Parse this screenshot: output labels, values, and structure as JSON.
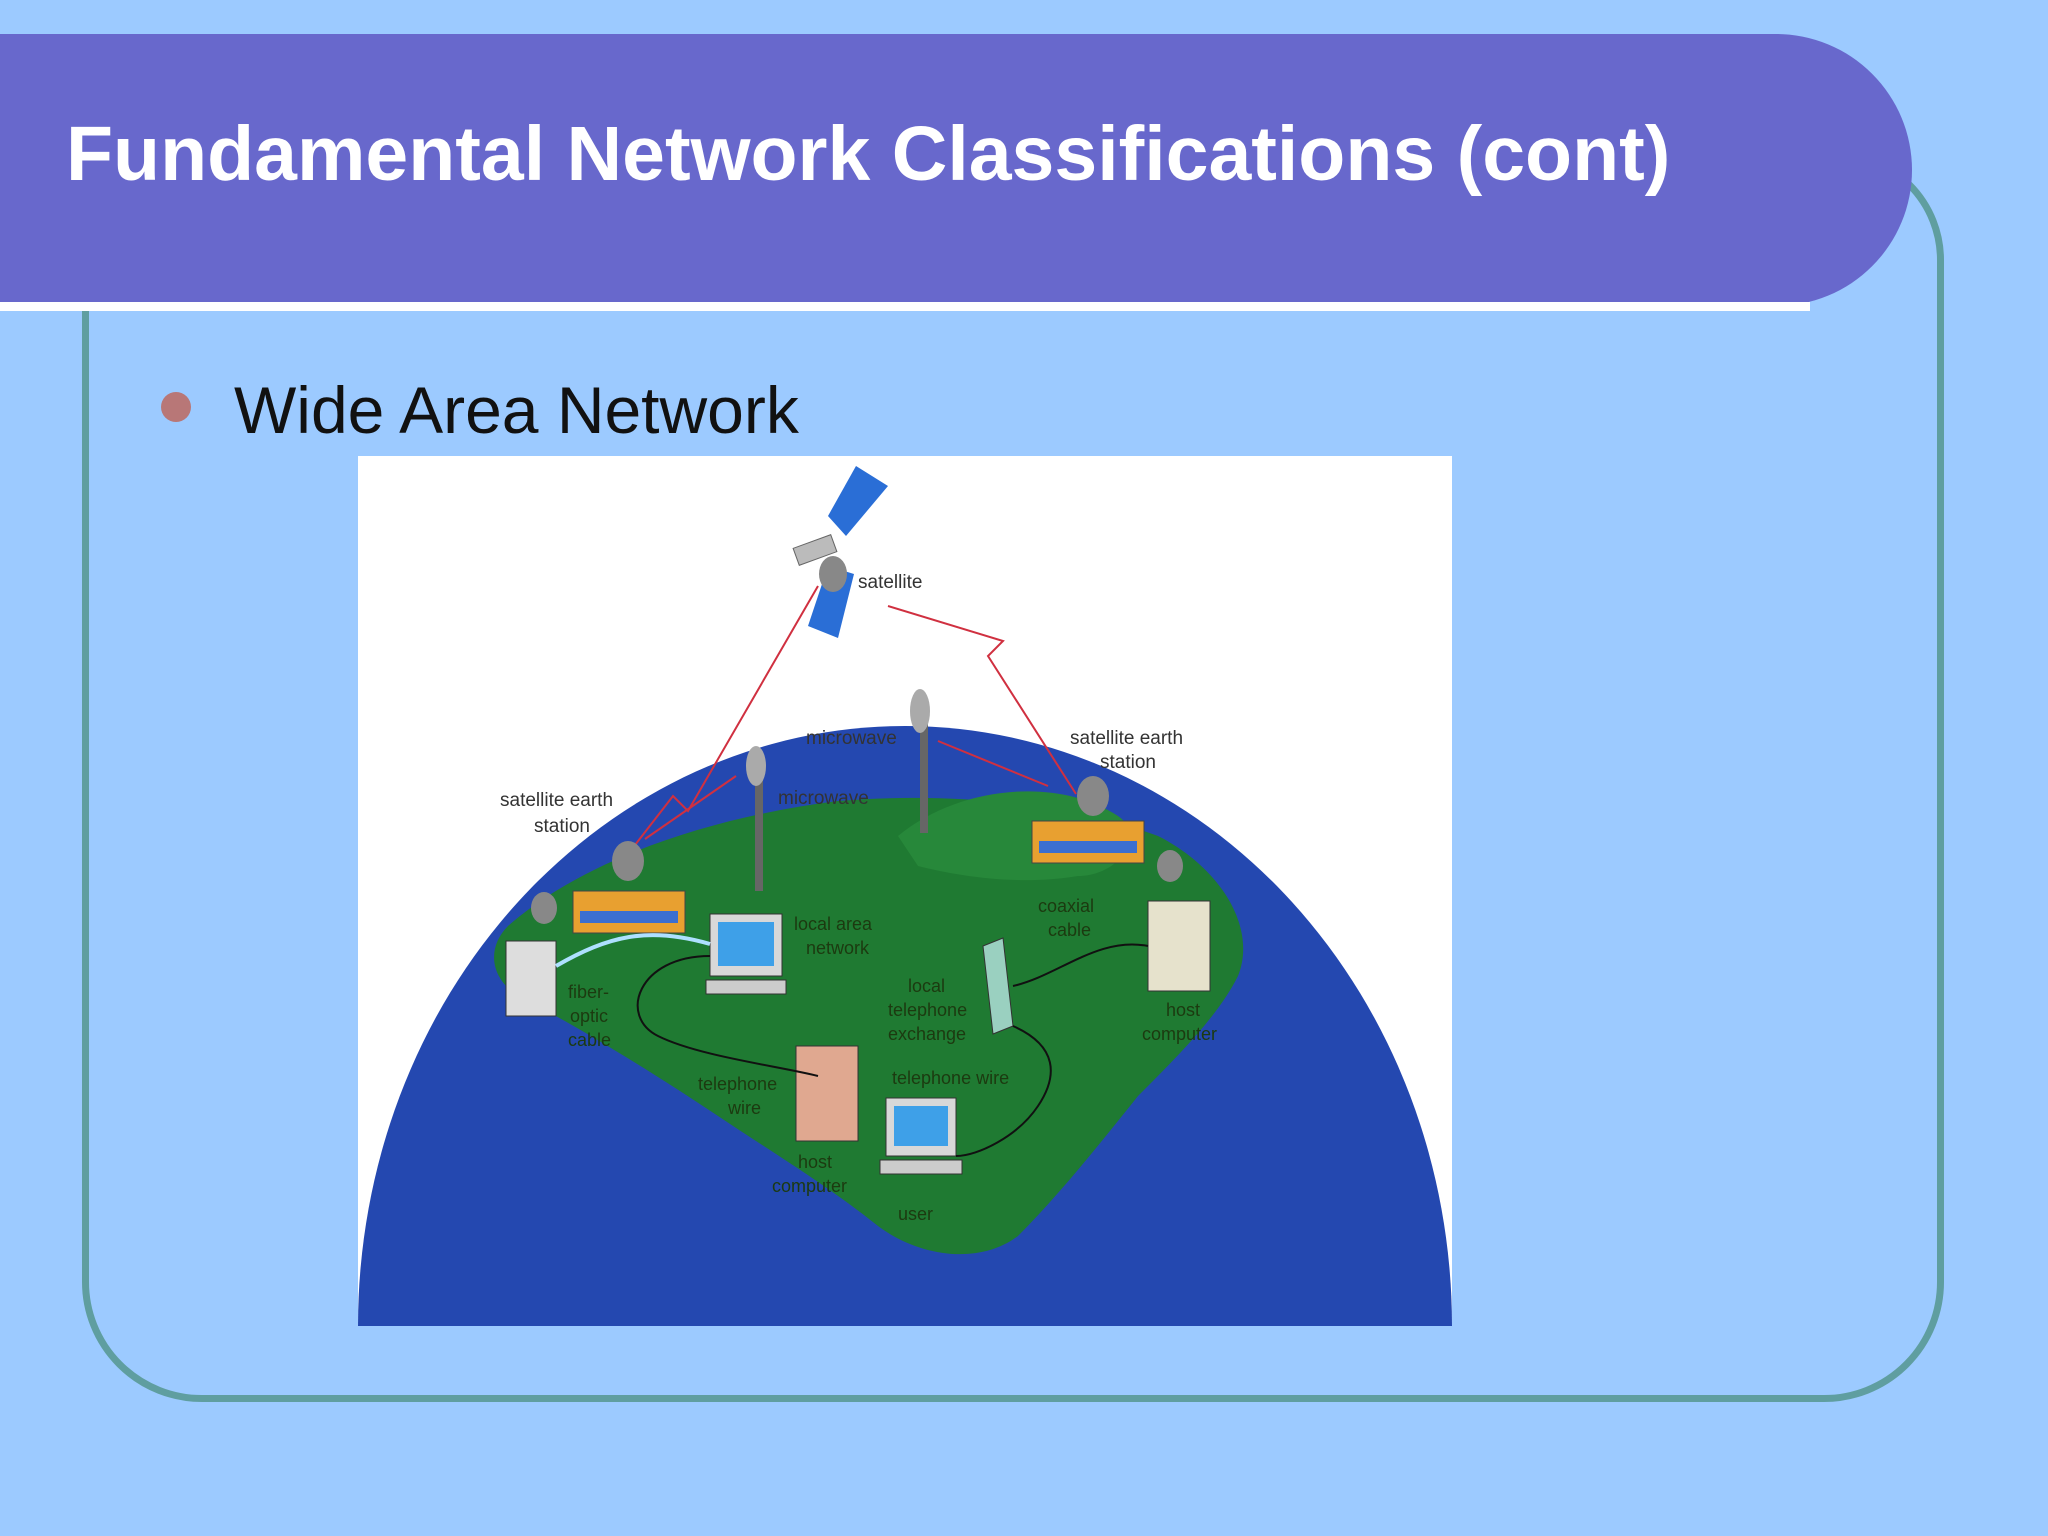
{
  "slide": {
    "title": "Fundamental Network Classifications (cont)",
    "bullets": [
      "Wide Area Network"
    ]
  },
  "diagram": {
    "labels": {
      "satellite": "satellite",
      "microwave_top": "microwave",
      "microwave_left": "microwave",
      "earth_station_left_1": "satellite earth",
      "earth_station_left_2": "station",
      "earth_station_right_1": "satellite earth",
      "earth_station_right_2": "station",
      "lan_1": "local area",
      "lan_2": "network",
      "coaxial_1": "coaxial",
      "coaxial_2": "cable",
      "fiber_1": "fiber-",
      "fiber_2": "optic",
      "fiber_3": "cable",
      "exchange_1": "local",
      "exchange_2": "telephone",
      "exchange_3": "exchange",
      "host_right_1": "host",
      "host_right_2": "computer",
      "tel_wire_right": "telephone wire",
      "tel_wire_left_1": "telephone",
      "tel_wire_left_2": "wire",
      "host_bottom_1": "host",
      "host_bottom_2": "computer",
      "user": "user"
    }
  },
  "colors": {
    "background": "#9ccaff",
    "title_bar": "#6868cc",
    "frame_border": "#5f9ea0",
    "bullet": "#b87777",
    "ocean": "#2448b0",
    "land": "#1f7a32",
    "signal": "#d03040"
  }
}
